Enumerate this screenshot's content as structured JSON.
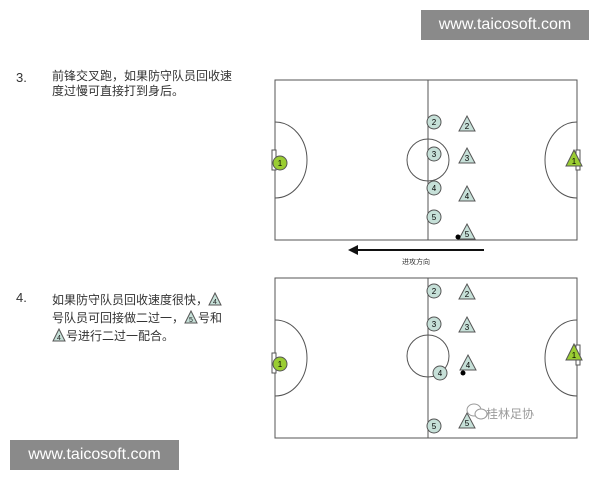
{
  "watermark": {
    "top": "www.taicosoft.com",
    "bottom": "www.taicosoft.com"
  },
  "drills": [
    {
      "number": "3.",
      "description": "前锋交叉跑，如果防守队员回收速度过慢可直接打到身后。"
    },
    {
      "number": "4.",
      "description_parts": [
        "如果防守队员回收速度很快，",
        "号队员可回接做二过一，",
        "号和",
        "号进行二过一配合。"
      ],
      "inline_markers": [
        "4",
        "5",
        "4"
      ]
    }
  ],
  "direction_label": "进攻方向",
  "brand_text": "桂林足协",
  "pitch1": {
    "circle_players": [
      "1",
      "2",
      "3",
      "4",
      "5"
    ],
    "triangle_players": [
      "1",
      "2",
      "3",
      "4",
      "5"
    ]
  },
  "pitch2": {
    "circle_players": [
      "1",
      "2",
      "3",
      "4",
      "5"
    ],
    "triangle_players": [
      "1",
      "2",
      "3",
      "4",
      "5"
    ]
  },
  "colors": {
    "player_fill": "#c6e0d8",
    "keeper_fill": "#9acd32",
    "line": "#555555",
    "watermark_bg": "#8a8a8a"
  }
}
